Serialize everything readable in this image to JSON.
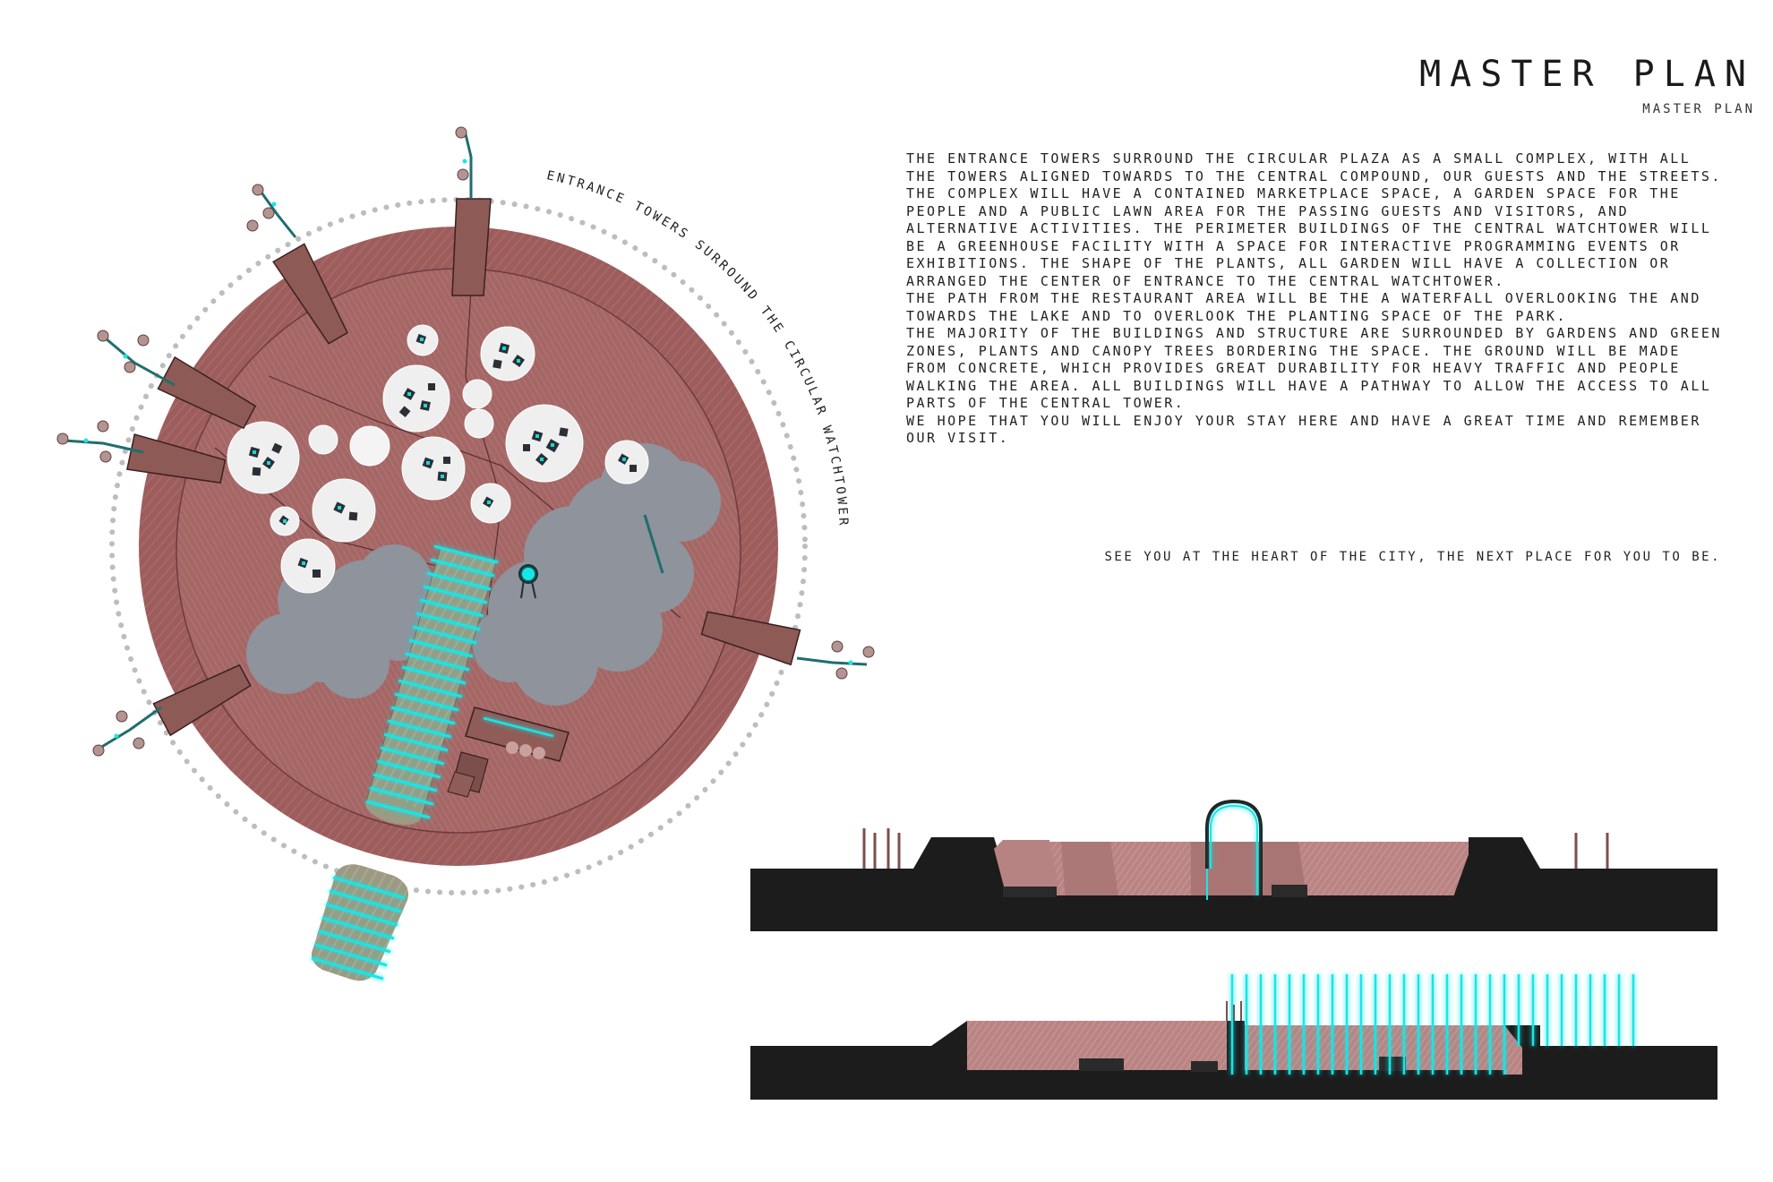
{
  "header": {
    "title": "MASTER PLAN",
    "subtitle": "MASTER PLAN"
  },
  "plan": {
    "ring_caption": "ENTRANCE TOWERS SURROUND THE CIRCULAR WATCHTOWER"
  },
  "description": {
    "paragraphs": [
      "THE ENTRANCE TOWERS SURROUND THE CIRCULAR PLAZA AS A SMALL COMPLEX, WITH ALL THE TOWERS ALIGNED TOWARDS TO THE CENTRAL COMPOUND, OUR GUESTS AND THE STREETS.",
      "THE COMPLEX WILL HAVE A CONTAINED MARKETPLACE SPACE, A GARDEN SPACE FOR THE PEOPLE AND A PUBLIC LAWN AREA FOR THE PASSING GUESTS AND VISITORS, AND ALTERNATIVE ACTIVITIES. THE PERIMETER BUILDINGS OF THE CENTRAL WATCHTOWER WILL BE A GREENHOUSE FACILITY WITH A SPACE FOR INTERACTIVE PROGRAMMING EVENTS OR EXHIBITIONS. THE SHAPE OF THE PLANTS, ALL GARDEN WILL HAVE A COLLECTION OR ARRANGED THE CENTER OF ENTRANCE TO THE CENTRAL WATCHTOWER.",
      "THE PATH FROM THE RESTAURANT AREA WILL BE THE A WATERFALL OVERLOOKING THE AND TOWARDS THE LAKE AND TO OVERLOOK THE PLANTING SPACE OF THE PARK.",
      "THE MAJORITY OF THE BUILDINGS AND STRUCTURE ARE SURROUNDED BY GARDENS AND GREEN ZONES, PLANTS AND CANOPY TREES BORDERING THE SPACE. THE GROUND WILL BE MADE FROM CONCRETE, WHICH PROVIDES GREAT DURABILITY FOR HEAVY TRAFFIC AND PEOPLE WALKING THE AREA. ALL BUILDINGS WILL HAVE A PATHWAY TO ALLOW THE ACCESS TO ALL PARTS OF THE CENTRAL TOWER.",
      "WE HOPE THAT YOU WILL ENJOY YOUR STAY HERE AND HAVE A GREAT TIME AND REMEMBER OUR VISIT."
    ],
    "tagline": "SEE YOU AT THE HEART OF THE CITY, THE NEXT PLACE FOR YOU TO BE."
  },
  "colors": {
    "ground": "#9a5a5a",
    "ground_inner": "#a66464",
    "accent": "#19e6e6",
    "water": "#8f949e",
    "section_fill": "#1c1c1c",
    "tower": "#8d5a56"
  },
  "sections": {
    "upper_label": "",
    "lower_label": ""
  }
}
